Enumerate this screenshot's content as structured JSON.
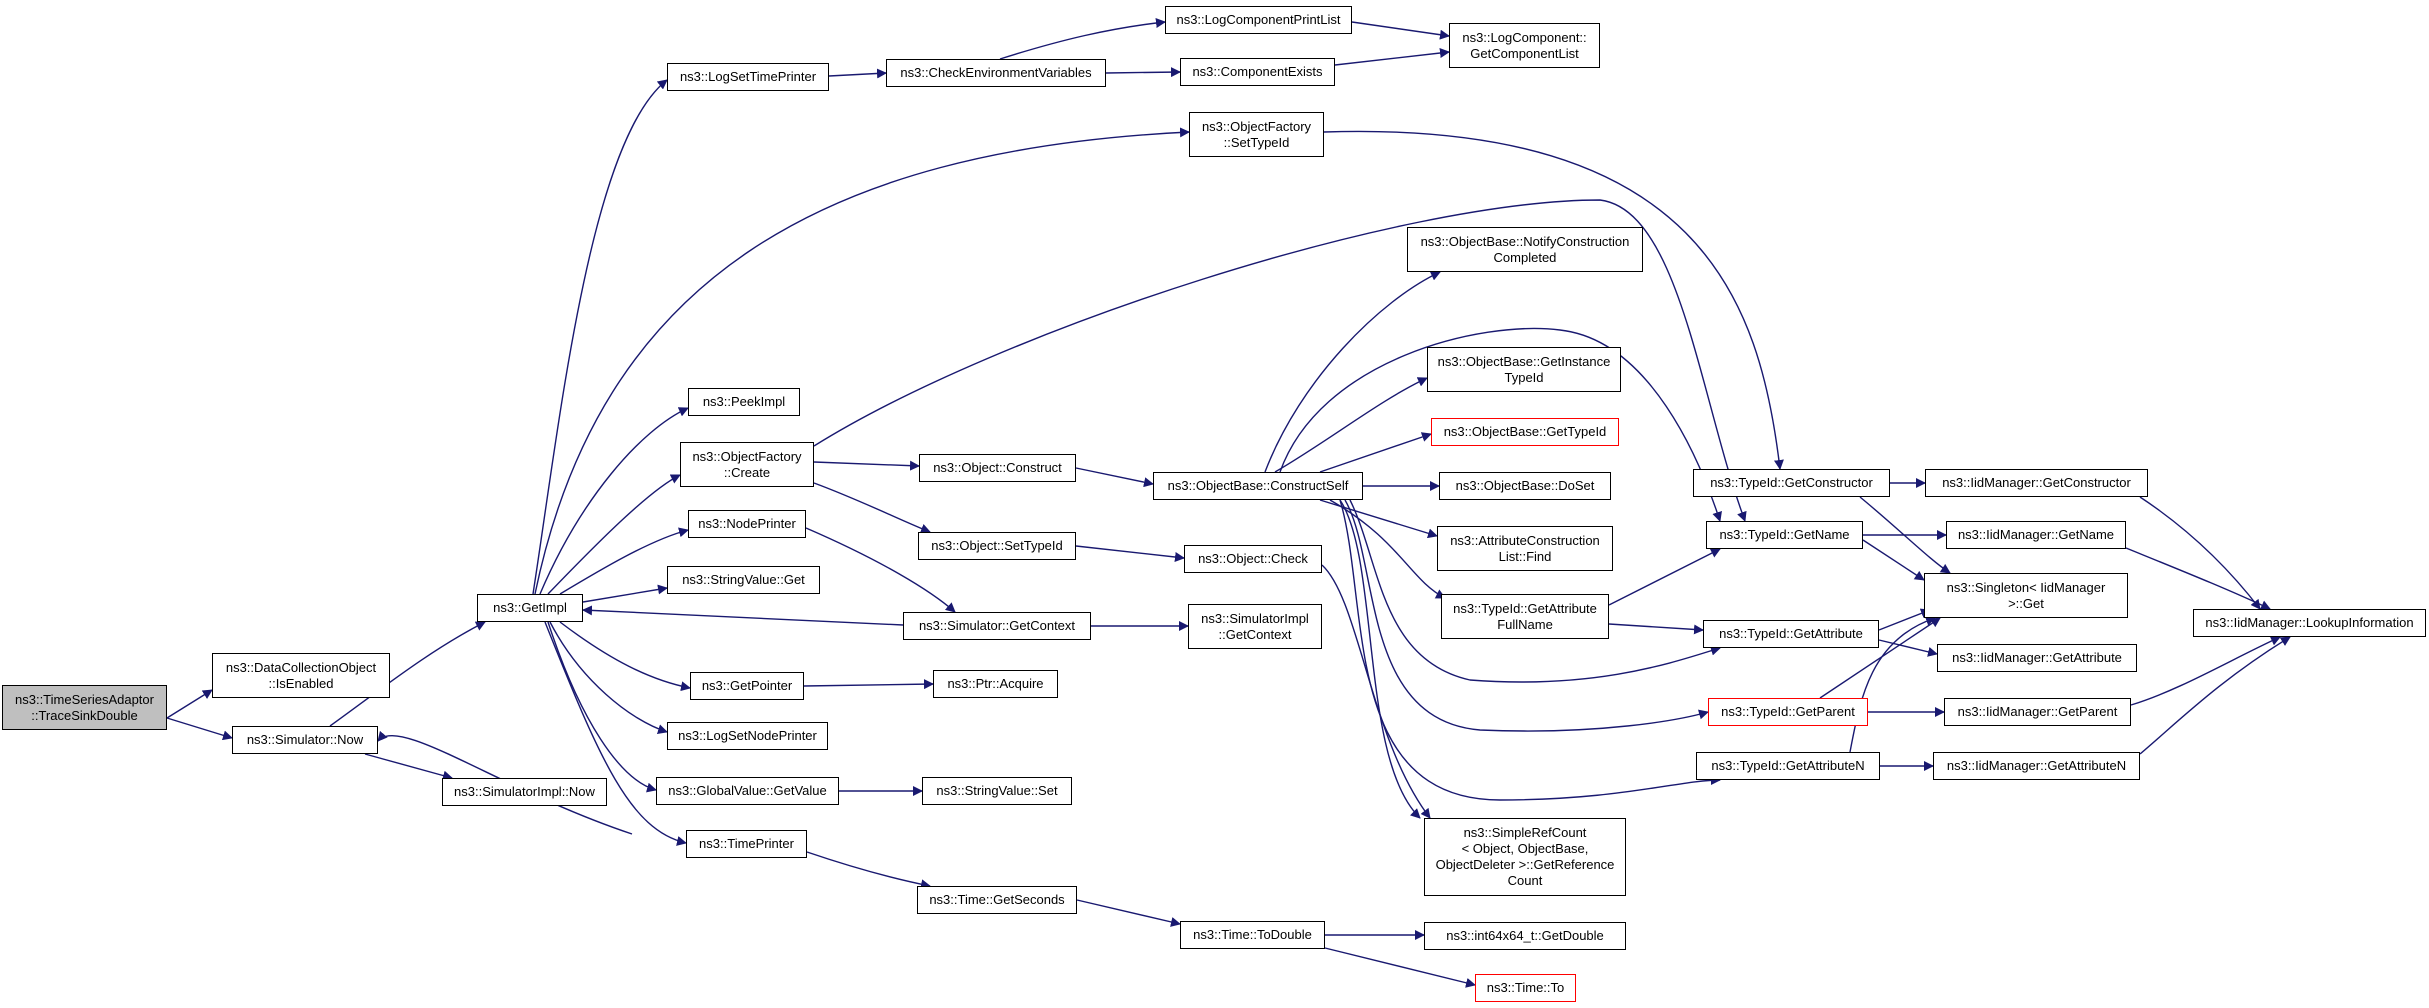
{
  "graph": {
    "edge_color": "#191970",
    "truncated_border_color": "#ff0000",
    "root_fill": "#bfbfbf",
    "nodes": [
      {
        "id": "root",
        "label": "ns3::TimeSeriesAdaptor\n::TraceSinkDouble"
      },
      {
        "id": "dco",
        "label": "ns3::DataCollectionObject\n::IsEnabled"
      },
      {
        "id": "simnow",
        "label": "ns3::Simulator::Now"
      },
      {
        "id": "simimplnow",
        "label": "ns3::SimulatorImpl::Now"
      },
      {
        "id": "getimpl",
        "label": "ns3::GetImpl"
      },
      {
        "id": "logsettp",
        "label": "ns3::LogSetTimePrinter"
      },
      {
        "id": "checkenv",
        "label": "ns3::CheckEnvironmentVariables"
      },
      {
        "id": "lcpl",
        "label": "ns3::LogComponentPrintList"
      },
      {
        "id": "compexists",
        "label": "ns3::ComponentExists"
      },
      {
        "id": "lcgcl",
        "label": "ns3::LogComponent::\nGetComponentList"
      },
      {
        "id": "ofsettid",
        "label": "ns3::ObjectFactory\n::SetTypeId"
      },
      {
        "id": "peekimpl",
        "label": "ns3::PeekImpl"
      },
      {
        "id": "ofcreate",
        "label": "ns3::ObjectFactory\n::Create"
      },
      {
        "id": "nodeprinter",
        "label": "ns3::NodePrinter"
      },
      {
        "id": "svget",
        "label": "ns3::StringValue::Get"
      },
      {
        "id": "getpointer",
        "label": "ns3::GetPointer"
      },
      {
        "id": "logsetnp",
        "label": "ns3::LogSetNodePrinter"
      },
      {
        "id": "gvgetvalue",
        "label": "ns3::GlobalValue::GetValue"
      },
      {
        "id": "timeprinter",
        "label": "ns3::TimePrinter"
      },
      {
        "id": "objconstruct",
        "label": "ns3::Object::Construct"
      },
      {
        "id": "objsettid",
        "label": "ns3::Object::SetTypeId"
      },
      {
        "id": "simgetctx",
        "label": "ns3::Simulator::GetContext"
      },
      {
        "id": "ptracquire",
        "label": "ns3::Ptr::Acquire"
      },
      {
        "id": "svset",
        "label": "ns3::StringValue::Set"
      },
      {
        "id": "timegetsec",
        "label": "ns3::Time::GetSeconds"
      },
      {
        "id": "obconstructself",
        "label": "ns3::ObjectBase::ConstructSelf"
      },
      {
        "id": "objcheck",
        "label": "ns3::Object::Check"
      },
      {
        "id": "simimplctx",
        "label": "ns3::SimulatorImpl\n::GetContext"
      },
      {
        "id": "timetodouble",
        "label": "ns3::Time::ToDouble"
      },
      {
        "id": "obnotify",
        "label": "ns3::ObjectBase::NotifyConstruction\nCompleted"
      },
      {
        "id": "obgetinst",
        "label": "ns3::ObjectBase::GetInstance\nTypeId"
      },
      {
        "id": "obgettid",
        "label": "ns3::ObjectBase::GetTypeId",
        "truncated": true
      },
      {
        "id": "obdoset",
        "label": "ns3::ObjectBase::DoSet"
      },
      {
        "id": "acfind",
        "label": "ns3::AttributeConstruction\nList::Find"
      },
      {
        "id": "tidgetattrfull",
        "label": "ns3::TypeId::GetAttribute\nFullName"
      },
      {
        "id": "srcgetref",
        "label": "ns3::SimpleRefCount\n< Object, ObjectBase,\nObjectDeleter >::GetReference\nCount"
      },
      {
        "id": "int64getdouble",
        "label": "ns3::int64x64_t::GetDouble"
      },
      {
        "id": "timeto",
        "label": "ns3::Time::To",
        "truncated": true
      },
      {
        "id": "tidgetctor",
        "label": "ns3::TypeId::GetConstructor"
      },
      {
        "id": "tidgetname",
        "label": "ns3::TypeId::GetName"
      },
      {
        "id": "tidgetattr",
        "label": "ns3::TypeId::GetAttribute"
      },
      {
        "id": "tidgetparent",
        "label": "ns3::TypeId::GetParent",
        "truncated": true
      },
      {
        "id": "tidgetattrn",
        "label": "ns3::TypeId::GetAttributeN"
      },
      {
        "id": "singletonget",
        "label": "ns3::Singleton< IidManager\n>::Get"
      },
      {
        "id": "iidgetctor",
        "label": "ns3::IidManager::GetConstructor"
      },
      {
        "id": "iidgetname",
        "label": "ns3::IidManager::GetName"
      },
      {
        "id": "iidgetattr",
        "label": "ns3::IidManager::GetAttribute"
      },
      {
        "id": "iidgetparent",
        "label": "ns3::IidManager::GetParent"
      },
      {
        "id": "iidgetattrn",
        "label": "ns3::IidManager::GetAttributeN"
      },
      {
        "id": "iidlookup",
        "label": "ns3::IidManager::LookupInformation"
      }
    ]
  }
}
